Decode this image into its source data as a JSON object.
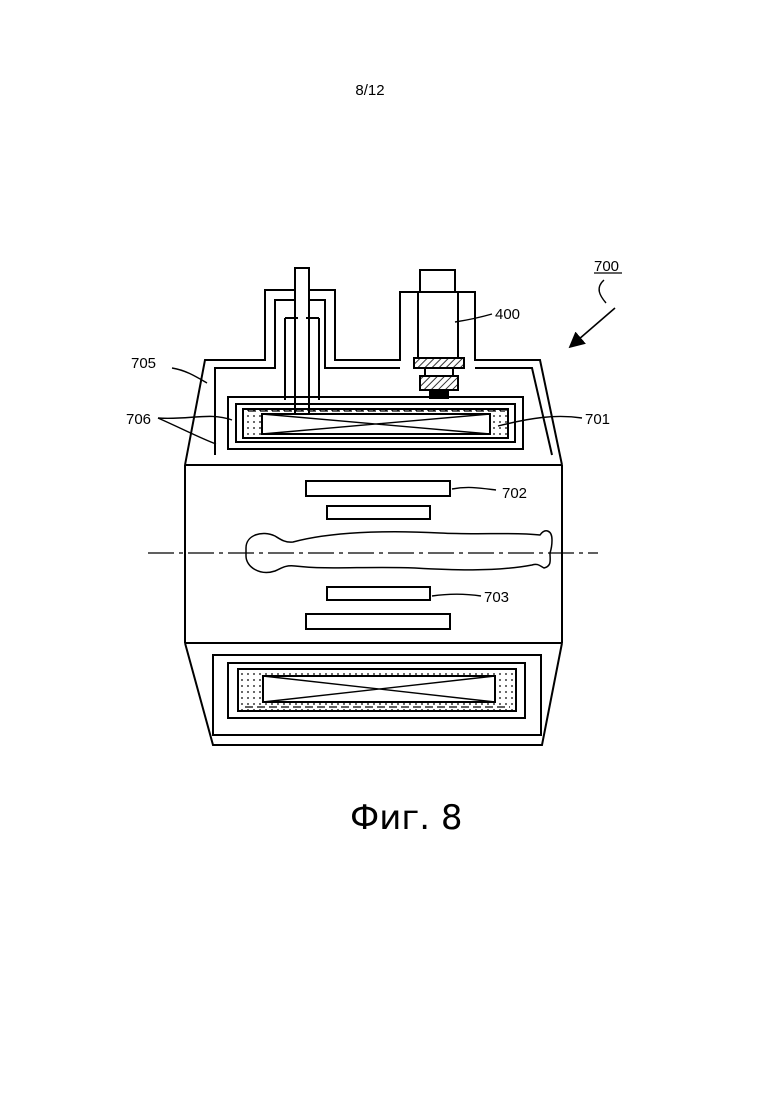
{
  "page_number": "8/12",
  "figure_caption": "Фиг. 8",
  "reference_labels": {
    "assembly": "700",
    "cooler": "400",
    "vessel": "705",
    "shield": "706",
    "coil": "701",
    "upper_gradient": "702",
    "lower_gradient": "703"
  }
}
